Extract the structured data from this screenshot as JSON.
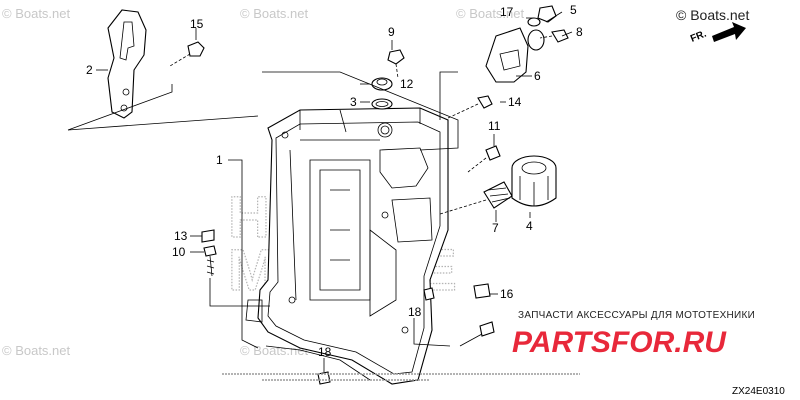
{
  "watermark": {
    "brand": "© Boats.net",
    "top_left": "© Boats.net",
    "top_center": "© Boats.net",
    "top_right_mid": "© Boats.net",
    "bottom_left": "© Boats.net",
    "bottom_center": "© Boats.net"
  },
  "orientation_label": "FR.",
  "diagram_code": "ZX24E0310",
  "ghost_watermark": [
    "HONDA",
    "MARINE"
  ],
  "parts_watermark": {
    "tagline": "ЗАПЧАСТИ АКСЕССУАРЫ ДЛЯ МОТОТЕХНИКИ",
    "logo": "PARTSFOR.RU"
  },
  "callouts": [
    {
      "label": "1"
    },
    {
      "label": "2"
    },
    {
      "label": "3"
    },
    {
      "label": "4"
    },
    {
      "label": "5"
    },
    {
      "label": "6"
    },
    {
      "label": "7"
    },
    {
      "label": "8"
    },
    {
      "label": "9"
    },
    {
      "label": "10"
    },
    {
      "label": "11"
    },
    {
      "label": "12"
    },
    {
      "label": "13"
    },
    {
      "label": "14"
    },
    {
      "label": "15"
    },
    {
      "label": "16"
    },
    {
      "label": "17"
    },
    {
      "label": "18"
    },
    {
      "label": "18"
    }
  ],
  "colors": {
    "background": "#ffffff",
    "ink": "#000000",
    "watermark": "#c8c8c8",
    "logo_red": "#e8283a"
  }
}
